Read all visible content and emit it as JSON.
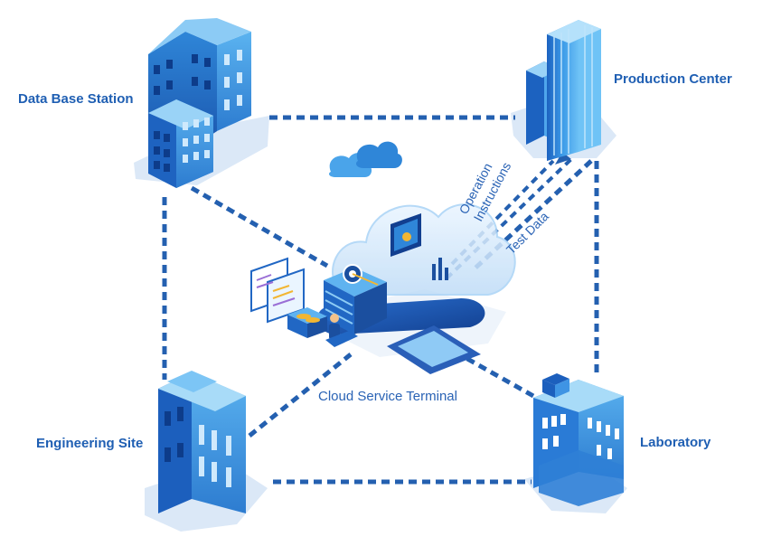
{
  "nodes": {
    "database": {
      "label": "Data Base Station"
    },
    "production": {
      "label": "Production Center"
    },
    "engineering": {
      "label": "Engineering Site"
    },
    "laboratory": {
      "label": "Laboratory"
    },
    "cloud": {
      "label": "Cloud Service Terminal"
    }
  },
  "flows": {
    "instructions_line1": "Operation",
    "instructions_line2": "Instructions",
    "test_data": "Test Data"
  },
  "colors": {
    "connector": "#2460b0",
    "building_dark": "#1b5fb5",
    "building_light": "#4fa6ec",
    "label": "#1f5fb3",
    "shadow": "#dbe8f7"
  }
}
